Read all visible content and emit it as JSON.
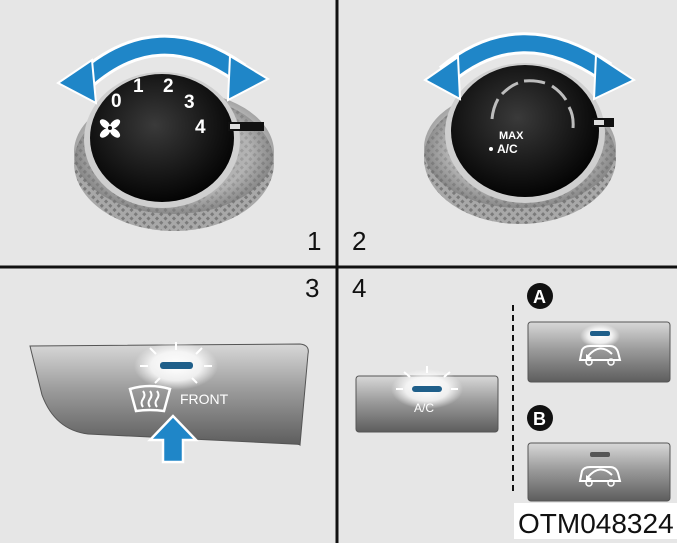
{
  "panels": {
    "p1": {
      "number": "1"
    },
    "p2": {
      "number": "2"
    },
    "p3": {
      "number": "3"
    },
    "p4": {
      "number": "4"
    }
  },
  "fan_knob": {
    "speeds": [
      "0",
      "1",
      "2",
      "3",
      "4"
    ],
    "icon": "fan-icon"
  },
  "temp_knob": {
    "label_line1": "MAX",
    "label_line2": "A/C"
  },
  "defrost_button": {
    "label": "FRONT",
    "icon": "front-defrost-icon"
  },
  "ac_button": {
    "label": "A/C"
  },
  "recirc": {
    "a_label": "A",
    "b_label": "B",
    "icon": "car-recirculation-icon"
  },
  "figure_code": "OTM048324",
  "colors": {
    "arrow_blue": "#1f86c8",
    "indicator": "#1f5f8a",
    "panel_bg": "#e6e6e6"
  }
}
